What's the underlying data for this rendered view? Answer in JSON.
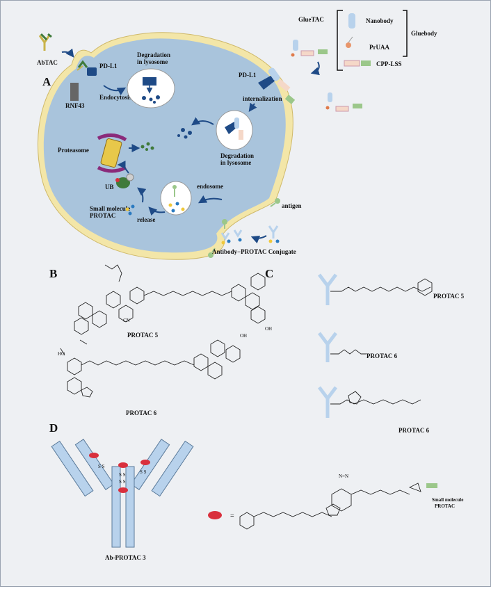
{
  "panel_a": {
    "letter": "A",
    "abtac": "AbTAC",
    "pdl1_left": "PD-L1",
    "rnf43": "RNF43",
    "endocytosis": "Endocytosis",
    "degradation_top_1": "Degradation",
    "degradation_top_2": "in lysosome",
    "gluetac": "GlueTAC",
    "nanobody": "Nanobody",
    "pruaa": "PrUAA",
    "cpp_lss": "CPP-LSS",
    "gluebody": "Gluebody",
    "pdl1_right": "PD-L1",
    "internalization": "internalization",
    "degradation_mid_1": "Degradation",
    "degradation_mid_2": "in lysosome",
    "proteasome": "Proteasome",
    "ub": "UB",
    "small_molecule_1": "Small molecule",
    "small_molecule_2": "PROTAC",
    "release": "release",
    "endosome": "endosome",
    "antigen": "antigen",
    "conjugate": "Antibody−PROTAC Conjugate"
  },
  "panel_b": {
    "letter": "B",
    "protac5": "PROTAC 5",
    "protac6": "PROTAC 6"
  },
  "panel_c": {
    "letter": "C",
    "protac5": "PROTAC 5",
    "protac6_a": "PROTAC 6",
    "protac6_b": "PROTAC 6"
  },
  "panel_d": {
    "letter": "D",
    "ab_protac": "Ab-PROTAC 3",
    "equals": "=",
    "small_molecule_1": "Small molecule",
    "small_molecule_2": "PROTAC"
  },
  "colors": {
    "cell_fill": "#a9c4dc",
    "membrane": "#f3e6a8",
    "antibody_blue": "#b8d2ec",
    "red_payload": "#d9303d",
    "arrow": "#1e4a86"
  }
}
